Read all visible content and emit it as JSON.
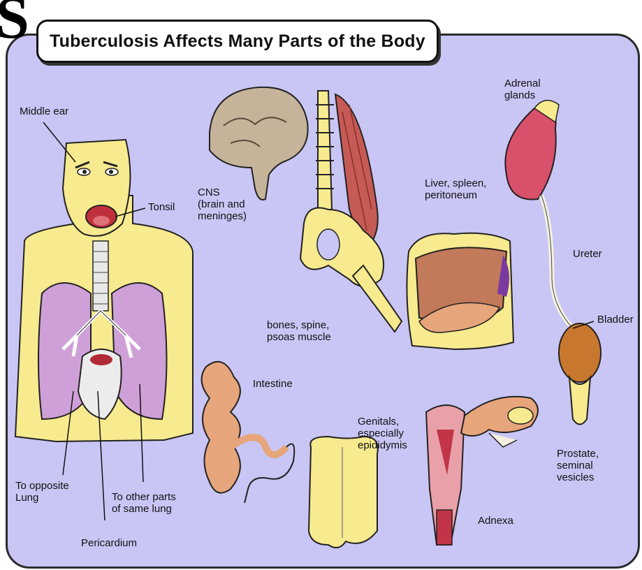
{
  "slide": {
    "title_fragment": "S"
  },
  "diagram": {
    "title": "Tuberculosis Affects Many Parts of the Body",
    "labels": {
      "middle_ear": "Middle ear",
      "tonsil": "Tonsil",
      "cns": "CNS\n(brain and\nmeninges)",
      "bones": "bones, spine,\npsoas muscle",
      "liver": "Liver, spleen,\nperitoneum",
      "adrenal": "Adrenal\nglands",
      "ureter": "Ureter",
      "bladder": "Bladder",
      "intestine": "Intestine",
      "genitals": "Genitals,\nespecially\nepididymis",
      "prostate": "Prostate,\nseminal\nvesicles",
      "adnexa": "Adnexa",
      "to_opposite_lung": "To opposite\nLung",
      "to_other_parts": "To other parts\nof same lung",
      "pericardium": "Pericardium"
    }
  },
  "colors": {
    "panel_bg": "#c9c6f5",
    "skin": "#f7ea8f",
    "lung": "#cfa0d8",
    "brain": "#c6b49a",
    "organ_red": "#d9506a",
    "intestine": "#e7a57c",
    "liver": "#c27a5a",
    "bladder": "#c7782e"
  }
}
